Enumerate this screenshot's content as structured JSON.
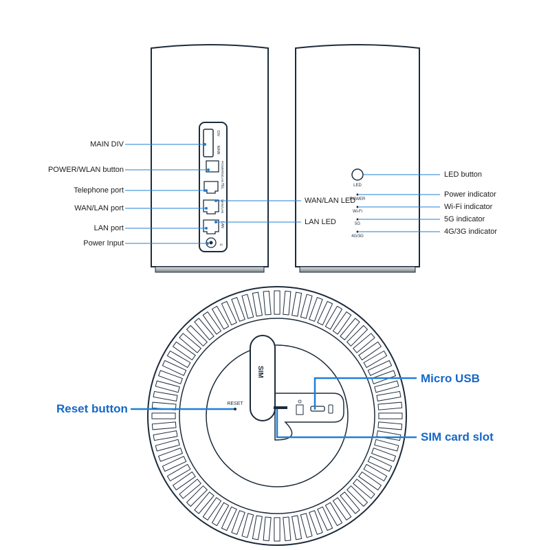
{
  "colors": {
    "callout": "#1f7fd6",
    "device_outline": "#1c2b3a",
    "big_label": "#1567c8"
  },
  "back_view": {
    "left_labels": [
      "MAIN DIV",
      "POWER/WLAN button",
      "Telephone port",
      "WAN/LAN port",
      "LAN port",
      "Power Input"
    ],
    "right_labels": [
      "WAN/LAN LED",
      "LAN LED"
    ],
    "panel_text": {
      "main": "MAIN",
      "div": "DIV",
      "power_wlan": "POWER/WLAN",
      "tel": "TEL",
      "wan_lan": "WAN/LAN",
      "lan": "LAN"
    }
  },
  "front_view": {
    "labels": [
      "LED button",
      "Power indicator",
      "Wi-Fi indicator",
      "5G indicator",
      "4G/3G indicator"
    ],
    "panel_text": {
      "led": "LED",
      "power": "POWER",
      "wifi": "Wi-Fi",
      "fiveg": "5G",
      "fourg": "4G/3G"
    }
  },
  "bottom_view": {
    "labels": {
      "micro_usb": "Micro USB",
      "reset_button": "Reset button",
      "sim_card_slot": "SIM card slot"
    },
    "panel_text": {
      "sim": "SIM",
      "reset": "RESET"
    }
  }
}
